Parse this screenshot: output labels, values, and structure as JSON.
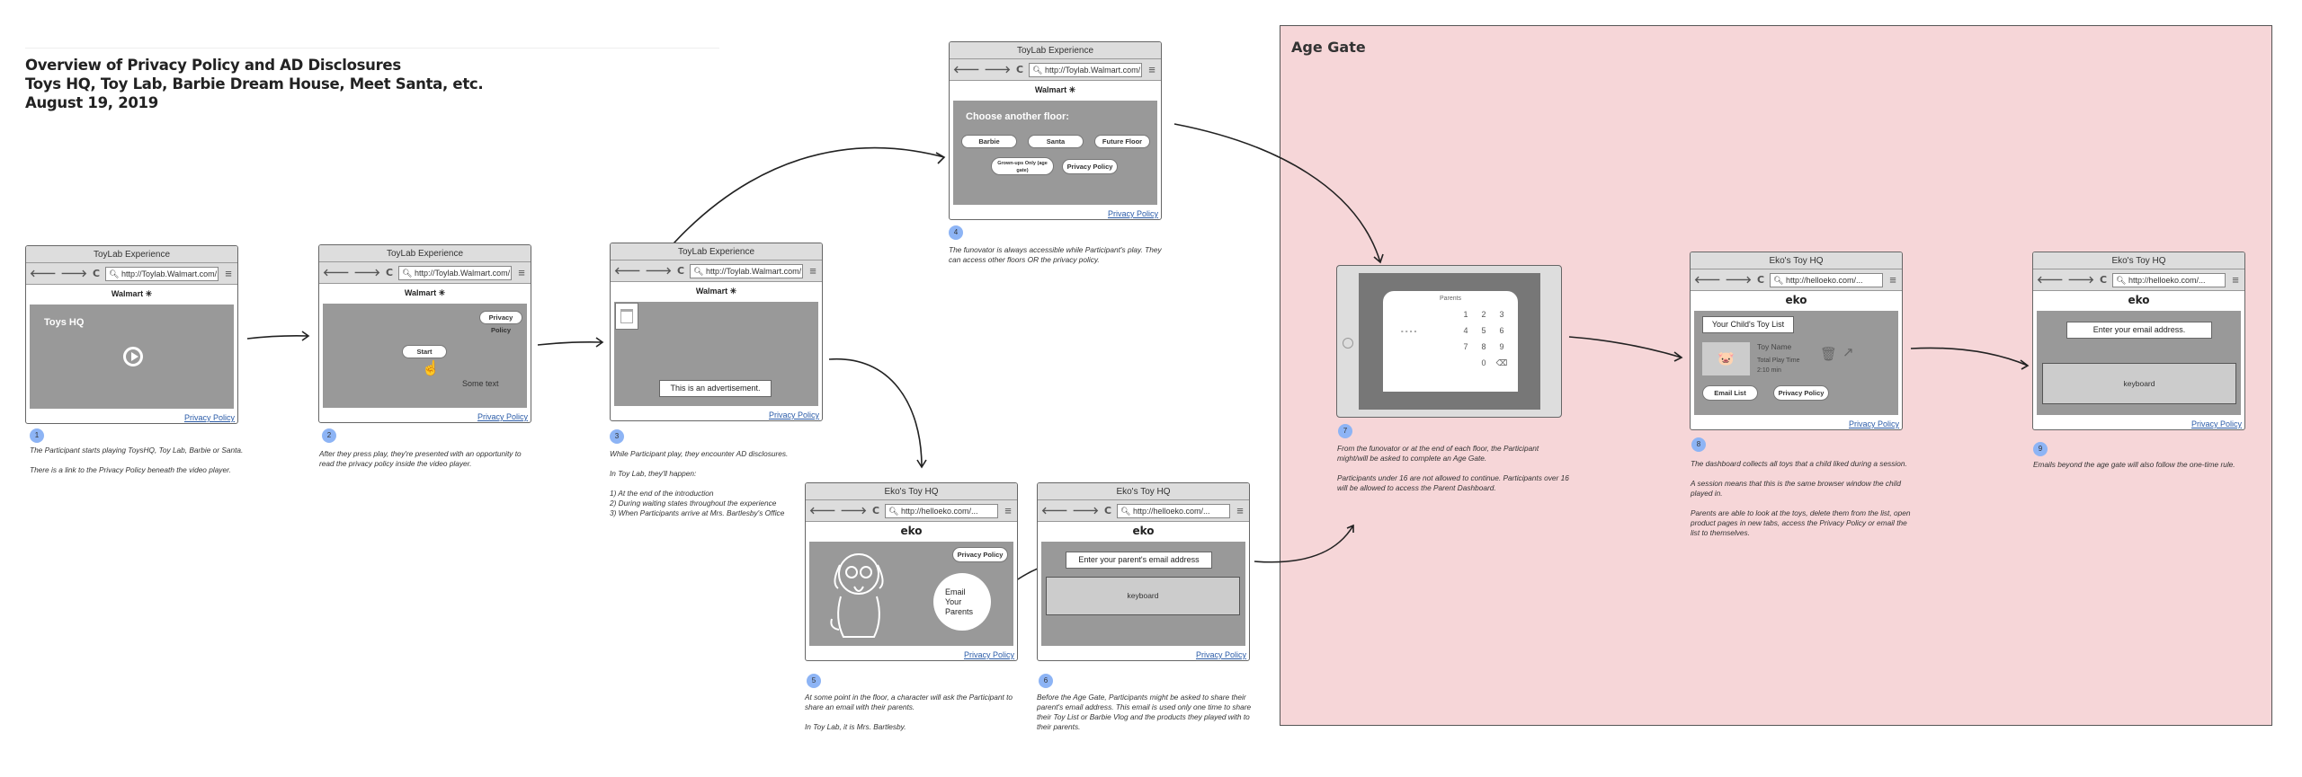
{
  "header": {
    "line1": "Overview of Privacy Policy and AD Disclosures",
    "line2": "Toys HQ, Toy Lab, Barbie Dream House, Meet Santa, etc.",
    "line3": "August 19, 2019"
  },
  "age_gate": {
    "label": "Age Gate",
    "bg_color": "#f6d6d8"
  },
  "common": {
    "nav_back": "🡐",
    "nav_fwd": "🡒",
    "reload": "C",
    "menu": "≡",
    "privacy_link": "Privacy Policy",
    "walmart_logo": "Walmart ✳",
    "eko_logo": "eko"
  },
  "frames": [
    {
      "title": "ToyLab Experience",
      "url": "http://Toylab.Walmart.com/...",
      "badge": "1",
      "heading": "Toys HQ",
      "caption": [
        "The Participant starts playing ToysHQ, Toy Lab, Barbie or Santa.",
        "There is a link to the Privacy Policy beneath the video player."
      ]
    },
    {
      "title": "ToyLab Experience",
      "url": "http://Toylab.Walmart.com/...",
      "badge": "2",
      "privacy_button": "Privacy Policy",
      "start_button": "Start",
      "some_text": "Some text",
      "caption": [
        "After they press play, they're presented with an opportunity to read the privacy policy inside the video player."
      ]
    },
    {
      "title": "ToyLab Experience",
      "url": "http://Toylab.Walmart.com/...",
      "badge": "3",
      "ad_label": "This is an advertisement.",
      "caption": [
        "While Participant play, they encounter AD disclosures.",
        "In Toy Lab, they'll happen:",
        "1) At the end of the introduction\n2) During waiting states throughout the experience\n3) When Participants arrive at Mrs. Bartlesby's Office"
      ]
    },
    {
      "title": "ToyLab Experience",
      "url": "http://Toylab.Walmart.com/...",
      "badge": "4",
      "heading": "Choose another floor:",
      "buttons": [
        "Barbie",
        "Santa",
        "Future Floor",
        "Grown-ups Only (age gate)",
        "Privacy Policy"
      ],
      "caption": [
        "The funovator is always accessible while Participant's play. They can access other floors OR the privacy policy."
      ]
    },
    {
      "title": "Eko's Toy HQ",
      "url": "http://helloeko.com/...",
      "badge": "5",
      "privacy_button": "Privacy Policy",
      "email_bubble": "Email Your Parents",
      "caption": [
        "At some point in the floor, a character will ask the Participant to share an email with their parents.",
        "In Toy Lab, it is Mrs. Bartlesby."
      ]
    },
    {
      "title": "Eko's Toy HQ",
      "url": "http://helloeko.com/...",
      "badge": "6",
      "email_field": "Enter your parent's email address",
      "keyboard": "keyboard",
      "caption": [
        "Before the Age Gate, Participants might be asked to share their parent's email address. This email is used only one time to share their Toy List or Barbie Vlog and the products they played with to their parents."
      ]
    },
    {
      "badge": "7",
      "tablet_title": "Parents",
      "keys": [
        "1",
        "2",
        "3",
        "4",
        "5",
        "6",
        "7",
        "8",
        "9",
        "0"
      ],
      "pin": "- - - -",
      "caption": [
        "From the funovator or at the end of each floor, the Participant might/will be asked to complete an Age Gate.",
        "Participants under 16 are not allowed to continue. Participants over 16 will be allowed to access the Parent Dashboard."
      ]
    },
    {
      "title": "Eko's Toy HQ",
      "url": "http://helloeko.com/...",
      "badge": "8",
      "list_title": "Your Child's Toy List",
      "toy_name": "Toy Name",
      "play_time_label": "Total Play Time",
      "play_time": "2:10 min",
      "email_button": "Email List",
      "privacy_button": "Privacy Policy",
      "caption": [
        "The dashboard collects all toys that a child liked during a session.",
        "A session means that this is the same browser window the child played in.",
        "Parents are able to look at the toys, delete them from the list, open product pages in new tabs, access the Privacy Policy or email the list to themselves."
      ]
    },
    {
      "title": "Eko's Toy HQ",
      "url": "http://helloeko.com/...",
      "badge": "9",
      "email_field": "Enter your email address.",
      "keyboard": "keyboard",
      "caption": [
        "Emails beyond the age gate will also follow the one-time rule."
      ]
    }
  ]
}
